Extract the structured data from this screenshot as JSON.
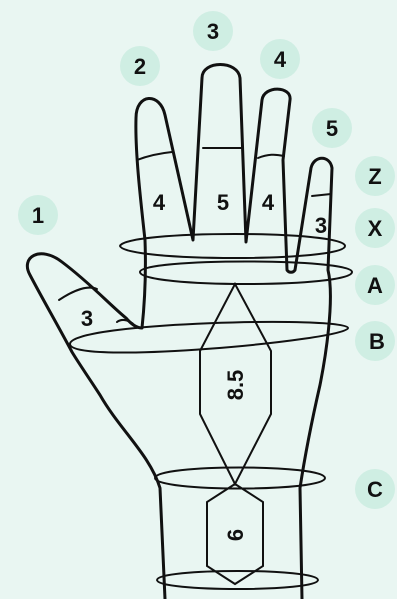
{
  "fingertip_labels": {
    "thumb": "1",
    "index": "2",
    "middle": "3",
    "ring": "4",
    "little": "5"
  },
  "segment_labels": {
    "thumb": "3",
    "index": "4",
    "middle": "5",
    "ring": "4",
    "little": "3"
  },
  "palm_label": "8.5",
  "wrist_label": "6",
  "line_labels": {
    "z": "Z",
    "x": "X",
    "a": "A",
    "b": "B",
    "c": "C"
  },
  "colors": {
    "background": "#e9f6f2",
    "badge": "#cfeee3",
    "ink": "#111111"
  }
}
